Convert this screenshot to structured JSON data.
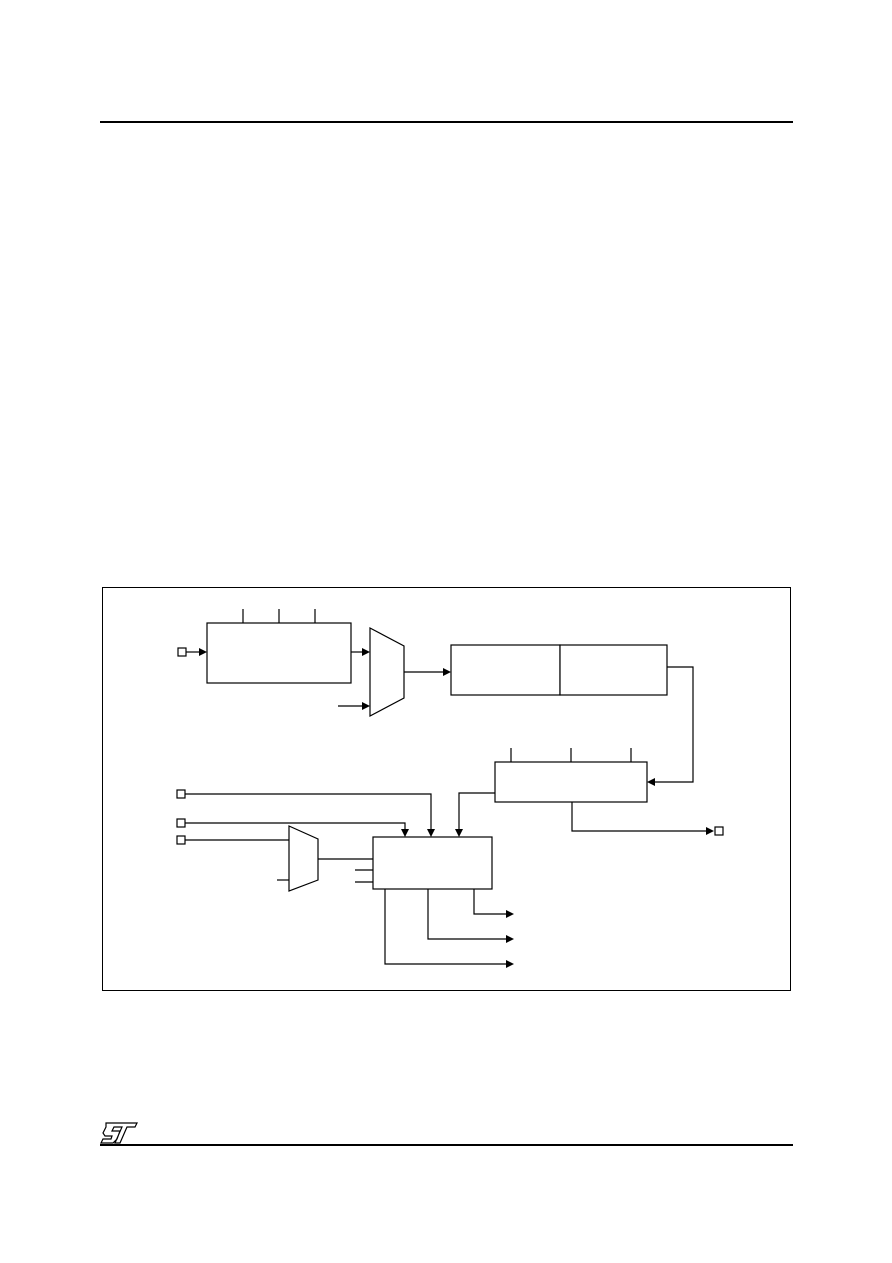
{
  "page": {
    "logo": "ST",
    "icons": {
      "logo": "st-logo-icon"
    }
  },
  "diagram": {
    "blocks": [
      "register-block-top-left",
      "mux-top",
      "register-pair-left",
      "register-pair-right",
      "control-block-right",
      "mux-bottom-left",
      "control-block-center"
    ],
    "pins": [
      "input-pin-top-left",
      "input-pin-bottom-1",
      "input-pin-bottom-2",
      "input-pin-bottom-3",
      "output-pin-right"
    ]
  }
}
